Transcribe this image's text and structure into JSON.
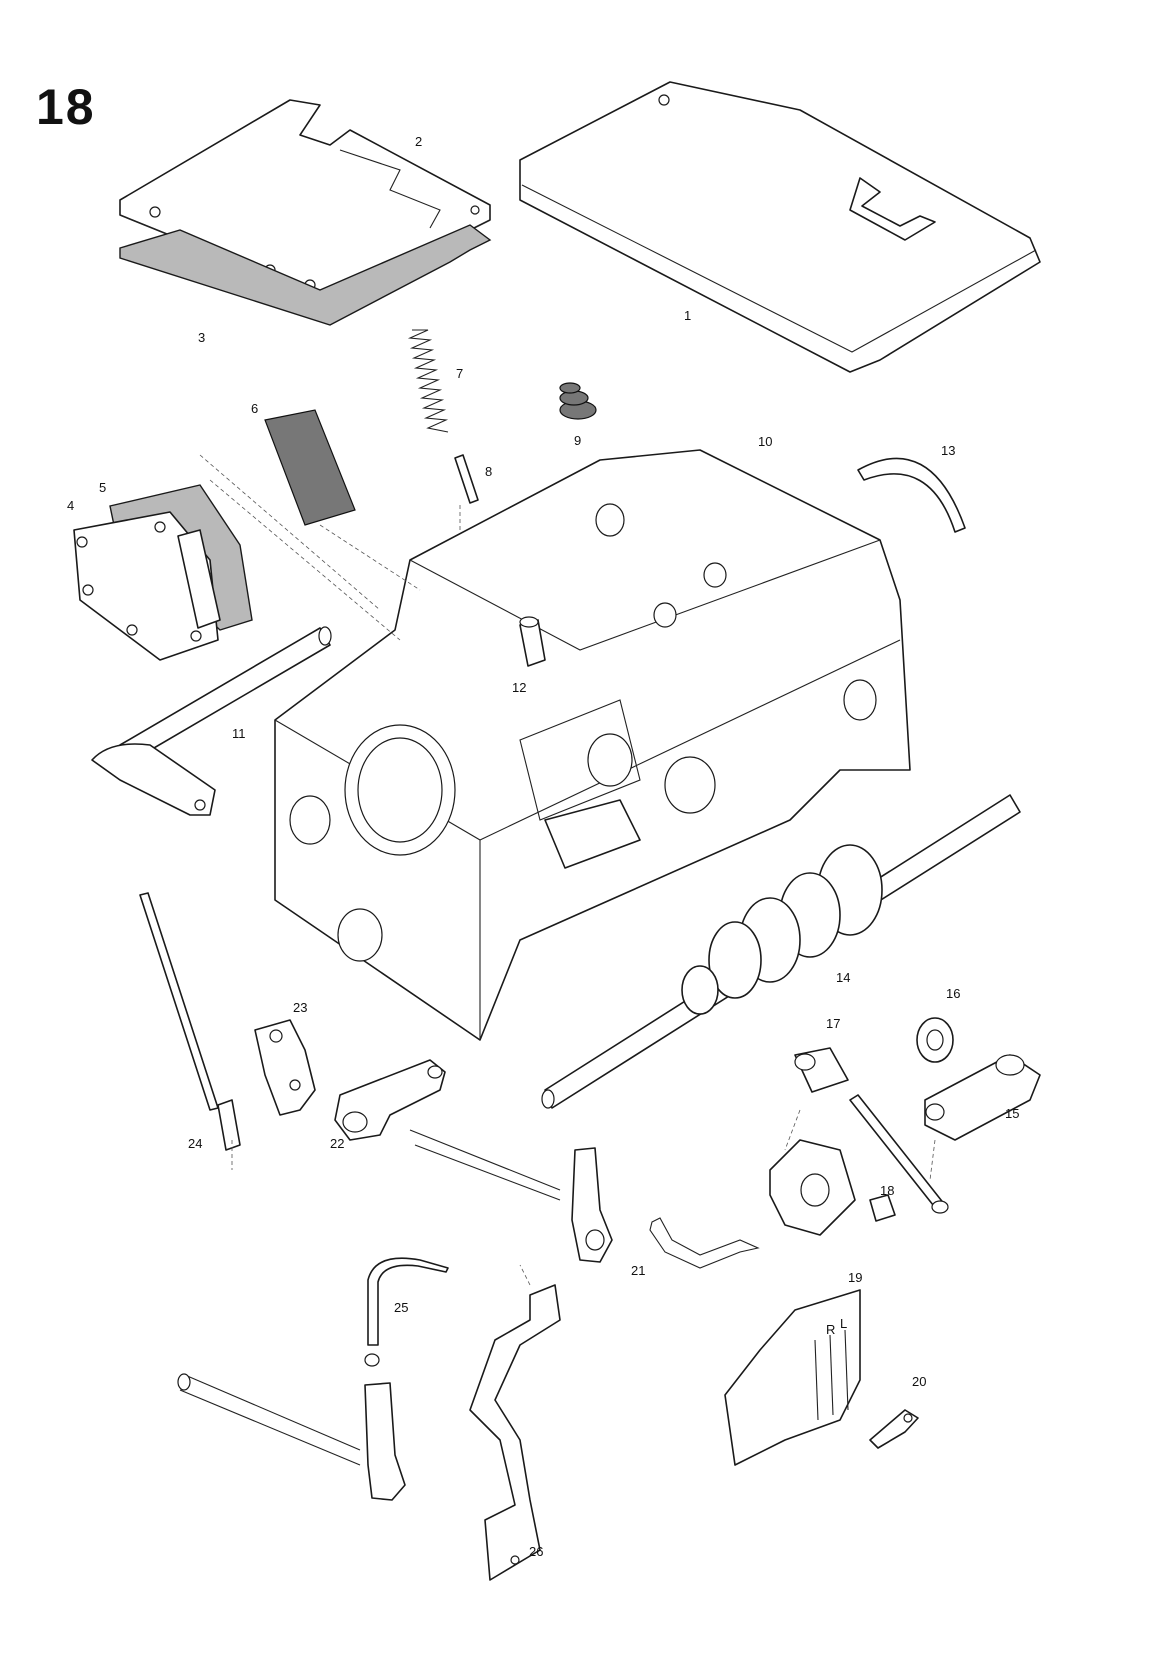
{
  "figure": {
    "number": "18"
  },
  "callouts": [
    {
      "id": "1",
      "label": "1"
    },
    {
      "id": "2",
      "label": "2"
    },
    {
      "id": "3",
      "label": "3"
    },
    {
      "id": "4",
      "label": "4"
    },
    {
      "id": "5",
      "label": "5"
    },
    {
      "id": "6",
      "label": "6"
    },
    {
      "id": "7",
      "label": "7"
    },
    {
      "id": "8",
      "label": "8"
    },
    {
      "id": "9",
      "label": "9"
    },
    {
      "id": "10",
      "label": "10"
    },
    {
      "id": "11",
      "label": "11"
    },
    {
      "id": "12",
      "label": "12"
    },
    {
      "id": "13",
      "label": "13"
    },
    {
      "id": "14",
      "label": "14"
    },
    {
      "id": "15",
      "label": "15"
    },
    {
      "id": "16",
      "label": "16"
    },
    {
      "id": "17",
      "label": "17"
    },
    {
      "id": "18",
      "label": "18"
    },
    {
      "id": "19",
      "label": "19"
    },
    {
      "id": "20",
      "label": "20"
    },
    {
      "id": "21",
      "label": "21"
    },
    {
      "id": "22",
      "label": "22"
    },
    {
      "id": "23",
      "label": "23"
    },
    {
      "id": "24",
      "label": "24"
    },
    {
      "id": "25",
      "label": "25"
    },
    {
      "id": "26",
      "label": "26"
    }
  ],
  "plate_markings": {
    "r": "R",
    "l": "L"
  },
  "colors": {
    "ink": "#1a1a1a",
    "paper": "#ffffff",
    "gasket": "#b9b9b9"
  }
}
